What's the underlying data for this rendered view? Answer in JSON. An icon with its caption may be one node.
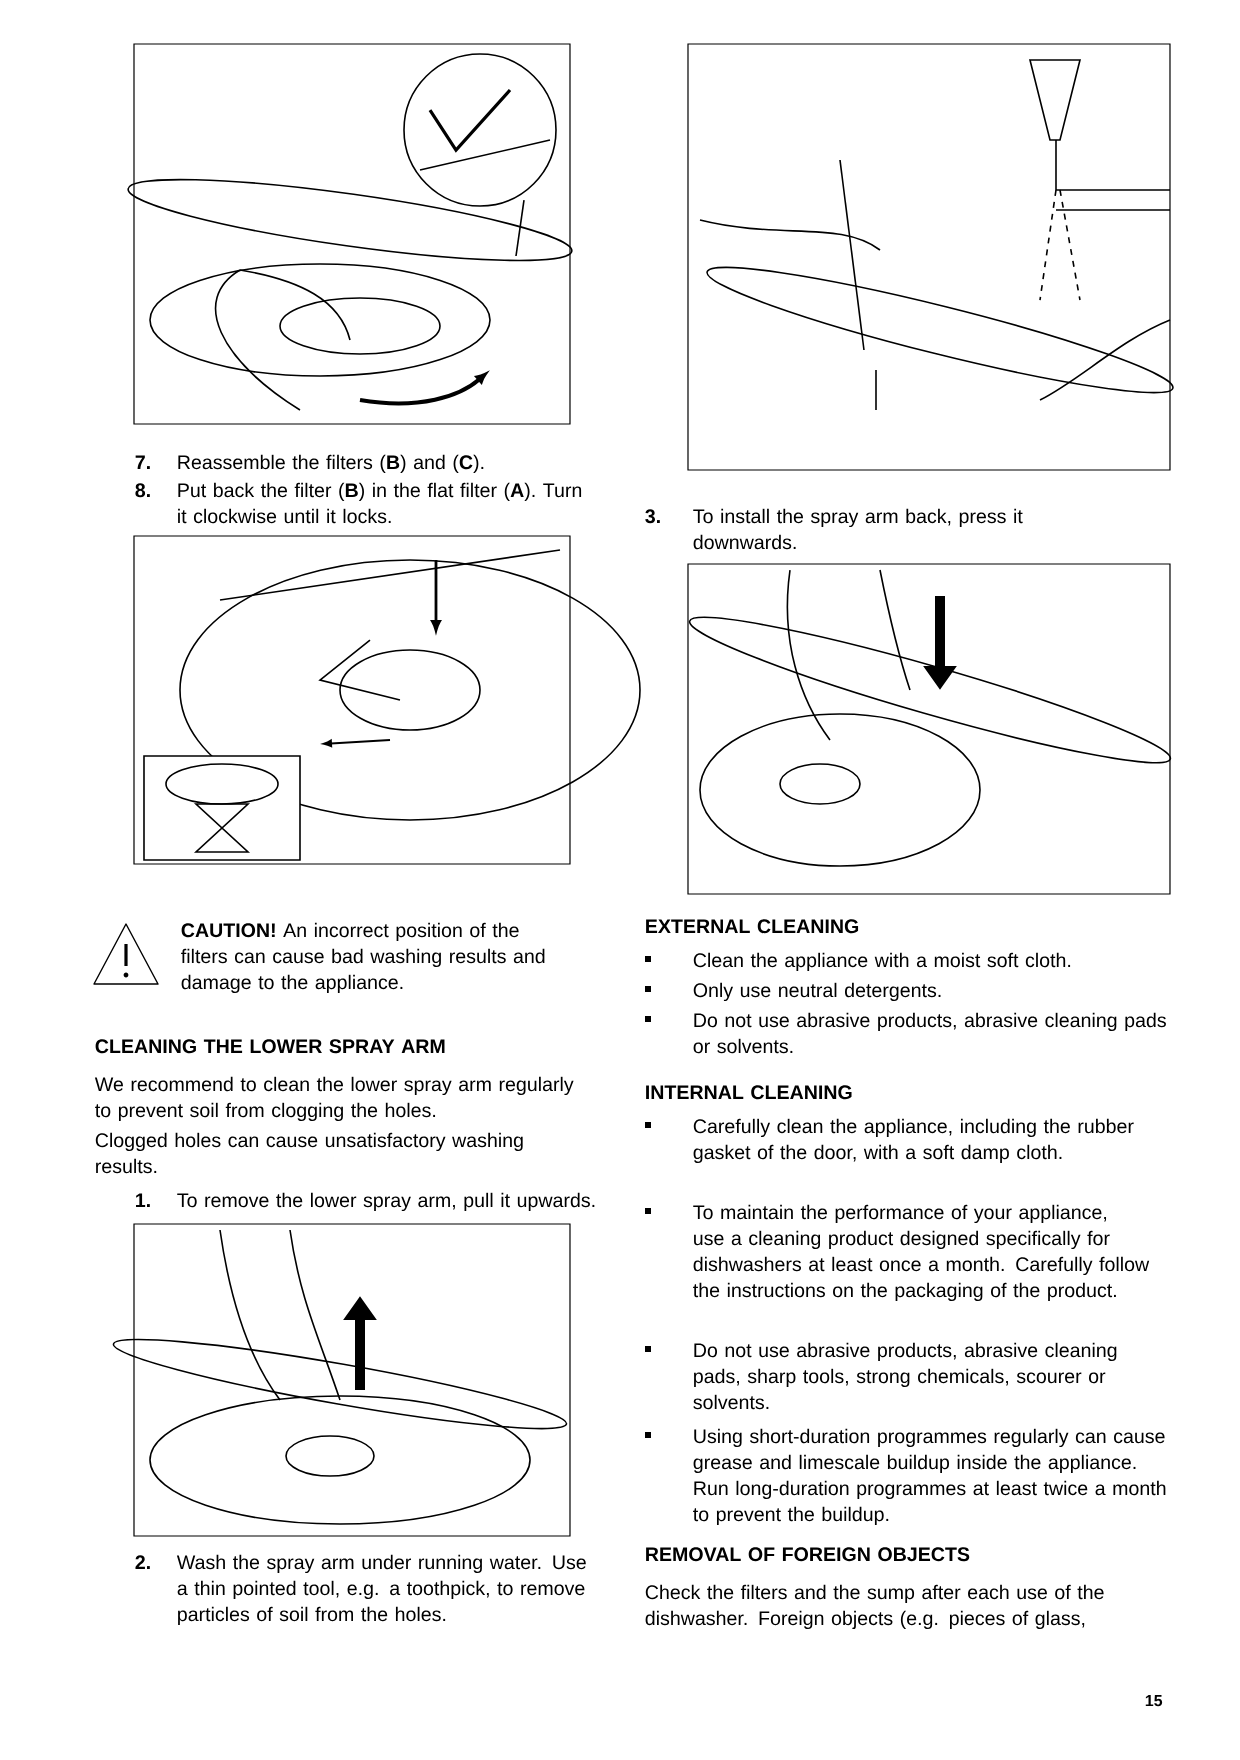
{
  "diagram": {
    "labels": [
      "7.",
      "Reassemble the filters (**B**) and (**C**).",
      "8.",
      "Put back the filter (**B**) in the flat filter (**A**). Turn it clockwise until it locks.",
      "**CAUTION!** An incorrect position of the filters can cause bad washing results and damage to the appliance.",
      "CLEANING THE LOWER SPRAY ARM",
      "We recommend to clean the lower spray arm regularly to prevent soil from clogging the holes.",
      "Clogged holes can cause unsatisfactory washing results.",
      "1.",
      "To remove the lower spray arm, pull it upwards.",
      "2.",
      "Wash the spray arm under running water. Use a thin pointed tool, e.g. a toothpick, to remove particles of soil from the holes.",
      "3.",
      "To install the spray arm back, press it downwards.",
      "EXTERNAL CLEANING",
      "Clean the appliance with a moist soft cloth.",
      "Only use neutral detergents.",
      "Do not use abrasive products, abrasive cleaning pads or solvents.",
      "INTERNAL CLEANING",
      "Carefully clean the appliance, including the rubber gasket of the door, with a soft damp cloth.",
      "To maintain the performance of your appliance, use a cleaning product designed specifically for dishwashers at least once a month. Carefully follow the instructions on the packaging of the product.",
      "Do not use abrasive products, abrasive cleaning pads, sharp tools, strong chemicals, scourer or solvents.",
      "Using short-duration programmes regularly can cause grease and limescale buildup inside the appliance. Run long-duration programmes at least twice a month to prevent the buildup.",
      "REMOVAL OF FOREIGN OBJECTS",
      "Check the filters and the sump after each use of the dishwasher. Foreign objects (e.g. pieces of glass,",
      "15"
    ]
  }
}
